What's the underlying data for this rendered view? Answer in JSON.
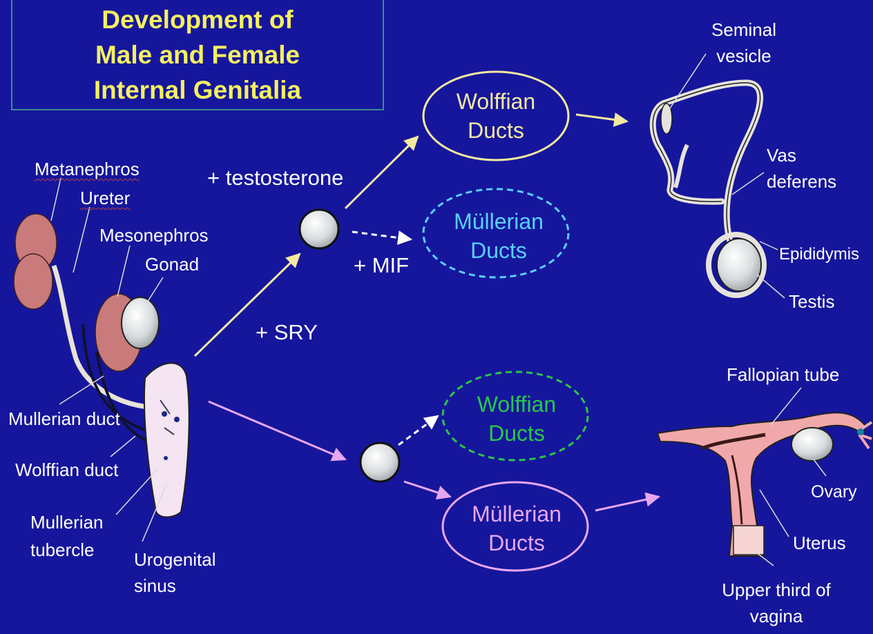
{
  "title": [
    "Development of",
    "Male and Female",
    "Internal Genitalia"
  ],
  "colors": {
    "background": "#16169c",
    "title_text": "#f5f060",
    "male_path": "#f4e9a0",
    "female_path": "#e7a7ef",
    "mullerian_male": "#5ad0ff",
    "wolffian_female": "#28c848",
    "kidney": "#c97a7a",
    "urogenital_sinus": "#f5e4f2",
    "uterus": "#f1a8aa"
  },
  "left_labels": {
    "metanephros": "Metanephros",
    "ureter": "Ureter",
    "mesonephros": "Mesonephros",
    "gonad": "Gonad",
    "mullerian_duct": "Mullerian duct",
    "wolffian_duct": "Wolffian duct",
    "mullerian_tubercle": [
      "Mullerian",
      "tubercle"
    ],
    "urogenital_sinus": [
      "Urogenital",
      "sinus"
    ]
  },
  "pathway": {
    "testosterone": "+ testosterone",
    "mif": "+ MIF",
    "sry": "+ SRY"
  },
  "nodes": {
    "male_wolffian": [
      "Wolffian",
      "Ducts"
    ],
    "male_mullerian": [
      "Müllerian",
      "Ducts"
    ],
    "female_wolffian": [
      "Wolffian",
      "Ducts"
    ],
    "female_mullerian": [
      "Müllerian",
      "Ducts"
    ]
  },
  "male_labels": {
    "seminal_vesicle": [
      "Seminal",
      "vesicle"
    ],
    "vas_deferens": [
      "Vas",
      "deferens"
    ],
    "epididymis": "Epididymis",
    "testis": "Testis"
  },
  "female_labels": {
    "fallopian_tube": "Fallopian tube",
    "ovary": "Ovary",
    "uterus": "Uterus",
    "upper_vagina": [
      "Upper third of",
      "vagina"
    ]
  }
}
